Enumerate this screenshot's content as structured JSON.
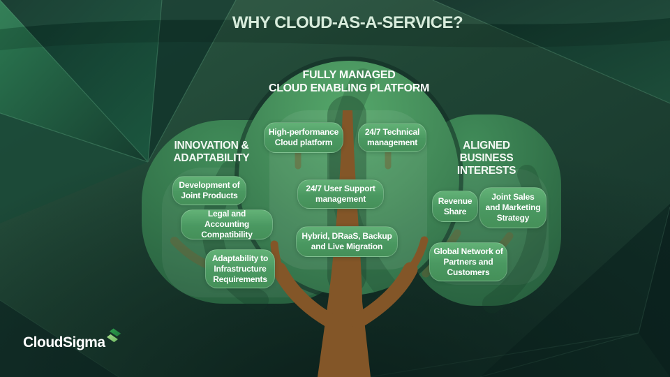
{
  "title": "WHY CLOUD-AS-A-SERVICE?",
  "clusters": {
    "center": {
      "heading_lines": [
        "FULLY MANAGED",
        "CLOUD ENABLING PLATFORM"
      ],
      "items": [
        "High-performance Cloud platform",
        "24/7 Technical management",
        "24/7 User Support management",
        "Hybrid, DRaaS, Backup and Live Migration"
      ]
    },
    "left": {
      "heading_lines": [
        "INNOVATION &",
        "ADAPTABILITY"
      ],
      "items": [
        "Development of Joint Products",
        "Legal and Accounting Compatibility",
        "Adaptability to Infrastructure Requirements"
      ]
    },
    "right": {
      "heading_lines": [
        "ALIGNED",
        "BUSINESS INTERESTS"
      ],
      "items": [
        "Revenue Share",
        "Joint Sales and Marketing Strategy",
        "Global Network of Partners and Customers"
      ]
    }
  },
  "logo": {
    "text": "CloudSigma"
  },
  "colors": {
    "background": "#1f4434",
    "canopy_center": "#4f9c63",
    "canopy_side": "#377a4e",
    "pill_green": "#55a86b",
    "trunk_brown": "#835628",
    "title_text": "#d8ecdc",
    "logo_s_dark": "#2f9e4e",
    "logo_s_light": "#8ccb74"
  }
}
